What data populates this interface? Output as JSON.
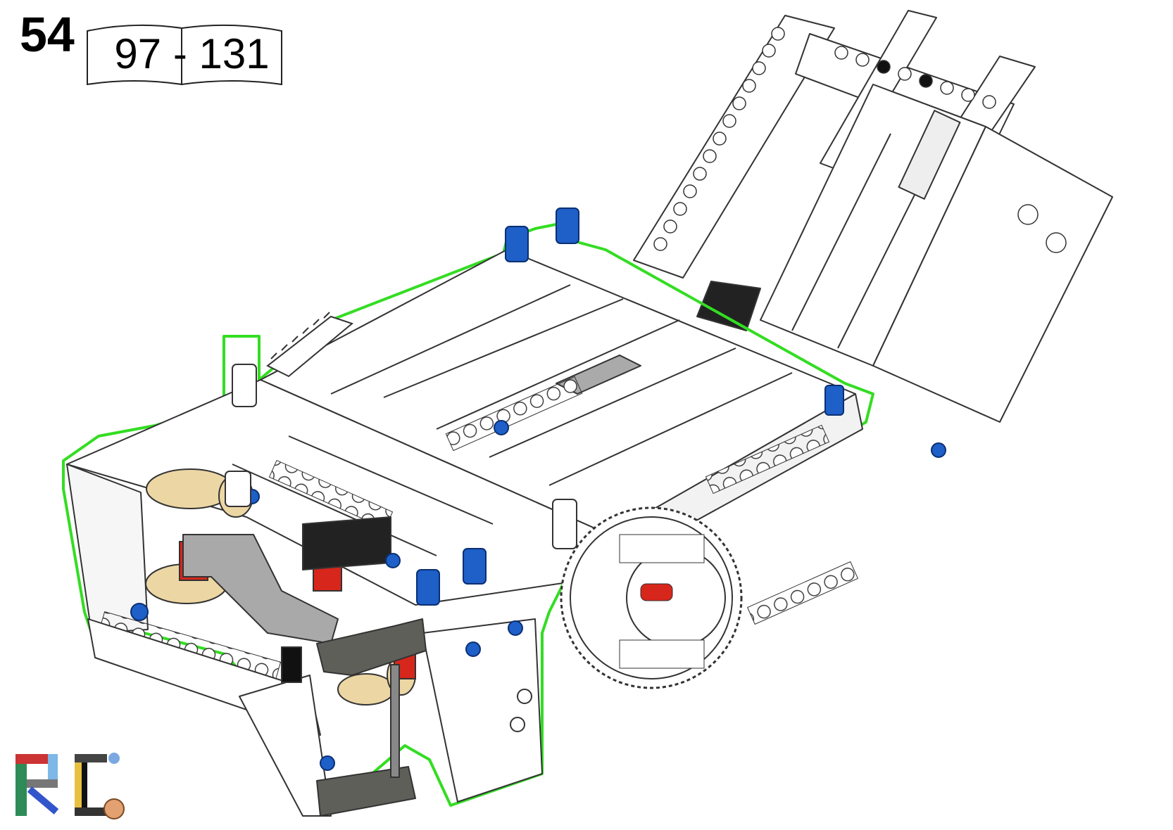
{
  "step": {
    "number": "54"
  },
  "book_reference": {
    "from": "97",
    "separator": "-",
    "to": "131"
  },
  "colors": {
    "highlight": "#33dd22",
    "technic_blue": "#1e5fc8",
    "technic_red": "#d7261b",
    "tan_gear": "#ecd6a4",
    "dark_grey": "#5f5f5a",
    "light_grey": "#a9a9a9",
    "black": "#111111"
  },
  "icons": {
    "logo": "rc-logo",
    "model": "lego-technic-chassis-assembly"
  }
}
